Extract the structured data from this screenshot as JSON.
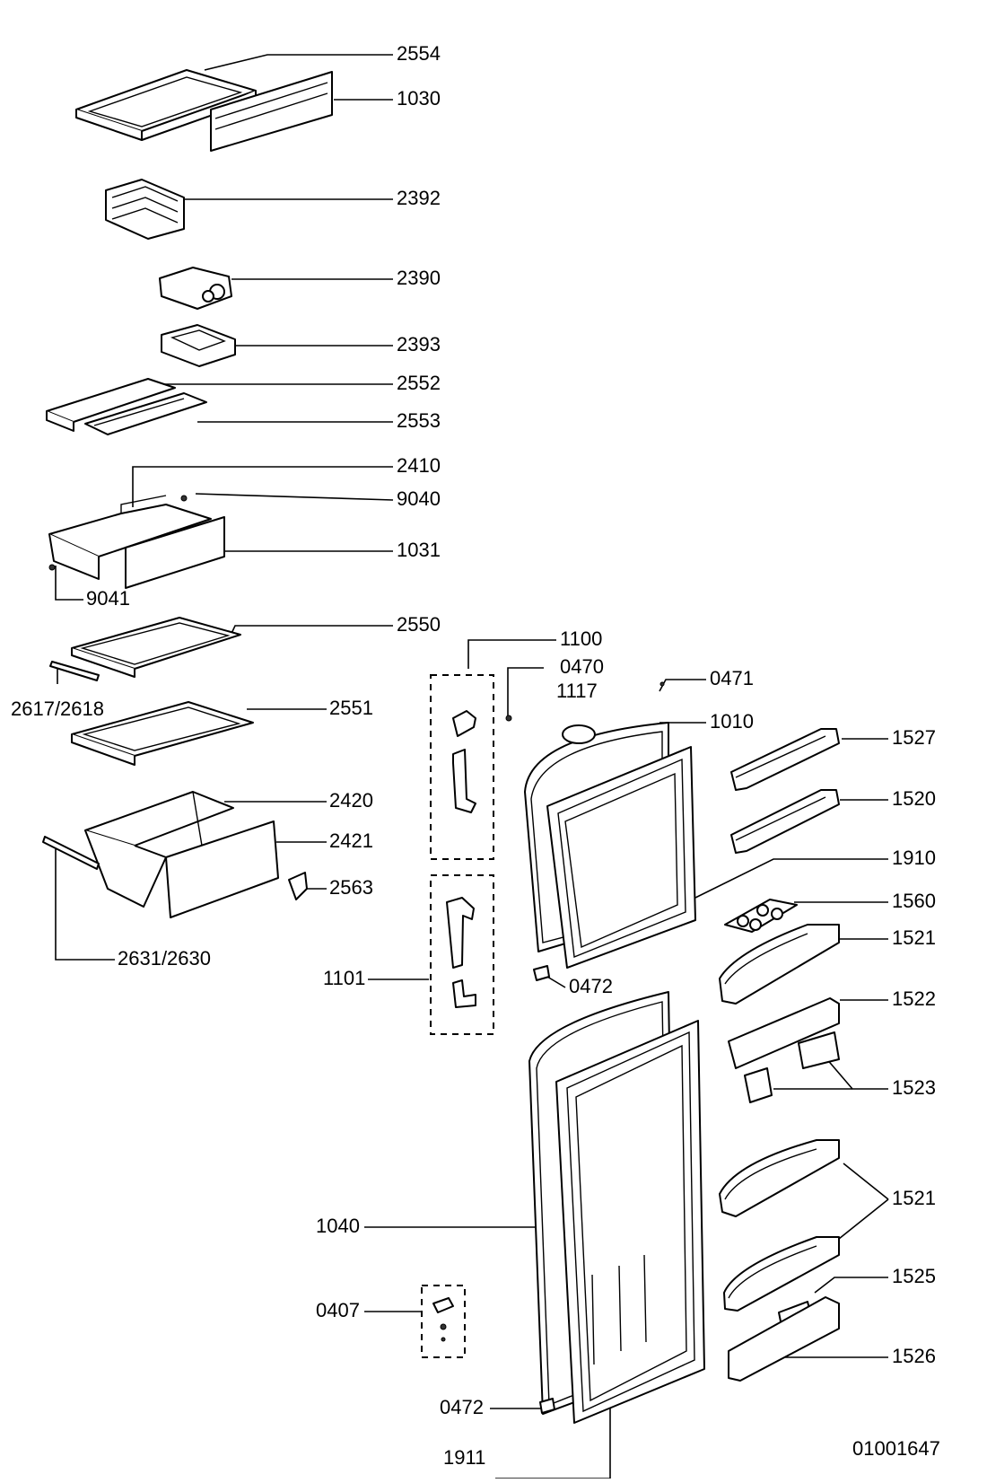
{
  "callouts": {
    "p2554": "2554",
    "p1030": "1030",
    "p2392": "2392",
    "p2390": "2390",
    "p2393": "2393",
    "p2552": "2552",
    "p2553": "2553",
    "p2410": "2410",
    "p9040": "9040",
    "p1031": "1031",
    "p9041": "9041",
    "p2550": "2550",
    "p2617_2618": "2617/2618",
    "p2551": "2551",
    "p2420": "2420",
    "p2421": "2421",
    "p2563": "2563",
    "p2631_2630": "2631/2630",
    "p1100": "1100",
    "p0470": "0470",
    "p1117": "1117",
    "p0471": "0471",
    "p1010": "1010",
    "p1527": "1527",
    "p1520": "1520",
    "p1910": "1910",
    "p1560": "1560",
    "p1521_upper": "1521",
    "p1101": "1101",
    "p0472_upper": "0472",
    "p1522": "1522",
    "p1523": "1523",
    "p1521_lower": "1521",
    "p1040": "1040",
    "p1525": "1525",
    "p0407": "0407",
    "p1526": "1526",
    "p0472_lower": "0472",
    "p1911": "1911"
  },
  "drawing_number": "01001647",
  "colors": {
    "line": "#000000",
    "background": "#ffffff"
  }
}
